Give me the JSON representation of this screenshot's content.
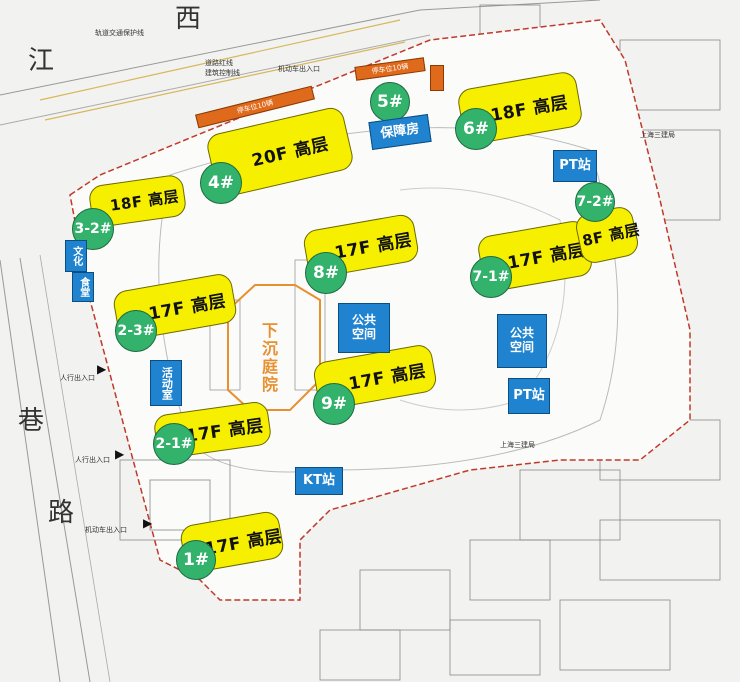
{
  "roads": {
    "top_char": "西",
    "left_char_1": "江",
    "road_chars": [
      "巷",
      "路"
    ]
  },
  "site_labels": {
    "rail_protect_line": "轨道交通保护线",
    "vehicle_entrance_top": "机动车出入口",
    "vehicle_entrance_left": "机动车出入口",
    "ped_entrance_1": "人行出入口",
    "ped_entrance_2": "人行出入口",
    "parking_1": "停车位10辆",
    "parking_2": "停车位10辆",
    "red_line": "道路红线",
    "building_line": "建筑控制线",
    "top_right_label": "上海三建局",
    "mid_right_label": "上海三建局"
  },
  "buildings": [
    {
      "id": "1",
      "tag": "1#",
      "label": "17F 高层"
    },
    {
      "id": "2-1",
      "tag": "2-1#",
      "label": "17F 高层"
    },
    {
      "id": "2-3",
      "tag": "2-3#",
      "label": "17F 高层"
    },
    {
      "id": "3-2",
      "tag": "3-2#",
      "label": "18F 高层"
    },
    {
      "id": "4",
      "tag": "4#",
      "label": "20F 高层"
    },
    {
      "id": "5",
      "tag": "5#",
      "label": ""
    },
    {
      "id": "6",
      "tag": "6#",
      "label": "18F 高层"
    },
    {
      "id": "7-1",
      "tag": "7-1#",
      "label": "17F 高层"
    },
    {
      "id": "7-2",
      "tag": "7-2#",
      "label": "8F 高层"
    },
    {
      "id": "8",
      "tag": "8#",
      "label": "17F 高层"
    },
    {
      "id": "9",
      "tag": "9#",
      "label": "17F 高层"
    }
  ],
  "facilities": {
    "security_room": "保障房",
    "public_space_1": "公共\n空间",
    "public_space_2": "公共\n空间",
    "pt_station_1": "PT站",
    "pt_station_2": "PT站",
    "kt_station": "KT站",
    "culture": "文化",
    "food": "食堂",
    "hall": "活动室",
    "courtyard": "下沉庭院"
  },
  "colors": {
    "building": "#f6ef00",
    "tag": "#33b26b",
    "facility": "#1f83cf",
    "parking": "#e06a1c",
    "courtyard": "#e8902f",
    "boundary": "#c0392b"
  }
}
